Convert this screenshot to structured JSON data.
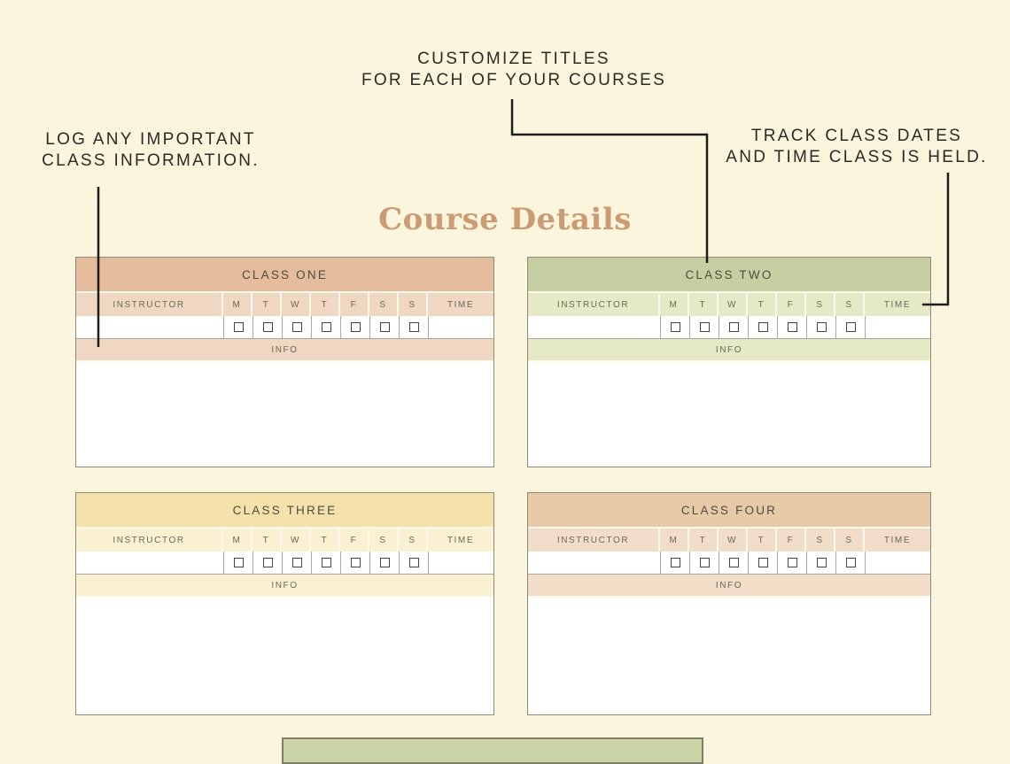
{
  "page": {
    "background_color": "#FAF5DC",
    "title": "Course Details",
    "title_color": "#CC9B73"
  },
  "annotations": [
    {
      "id": "customize-titles",
      "line1": "CUSTOMIZE TITLES",
      "line2": "FOR EACH OF YOUR COURSES"
    },
    {
      "id": "log-info",
      "line1": "LOG ANY IMPORTANT",
      "line2": "CLASS INFORMATION."
    },
    {
      "id": "track-dates",
      "line1": "TRACK CLASS DATES",
      "line2": "AND TIME CLASS IS HELD."
    }
  ],
  "pointer_line_color": "#1D1D1B",
  "table_template": {
    "instructor_label": "INSTRUCTOR",
    "days": [
      "M",
      "T",
      "W",
      "T",
      "F",
      "S",
      "S"
    ],
    "time_label": "TIME",
    "info_label": "INFO",
    "border_color": "#8C8A7B",
    "separator_color": "#ABA89A"
  },
  "tables": [
    {
      "title": "CLASS ONE",
      "title_bg": "#E5BD9C",
      "accent_bg": "#EFD7C2"
    },
    {
      "title": "CLASS TWO",
      "title_bg": "#C6CFA1",
      "accent_bg": "#E5E9C6"
    },
    {
      "title": "CLASS THREE",
      "title_bg": "#F4E2AA",
      "accent_bg": "#FAF0D2"
    },
    {
      "title": "CLASS FOUR",
      "title_bg": "#E9CAA8",
      "accent_bg": "#F1DDC8"
    }
  ],
  "bottom_partial_bar": {
    "bg": "#CBD4A6",
    "border": "#7E7E6A"
  }
}
